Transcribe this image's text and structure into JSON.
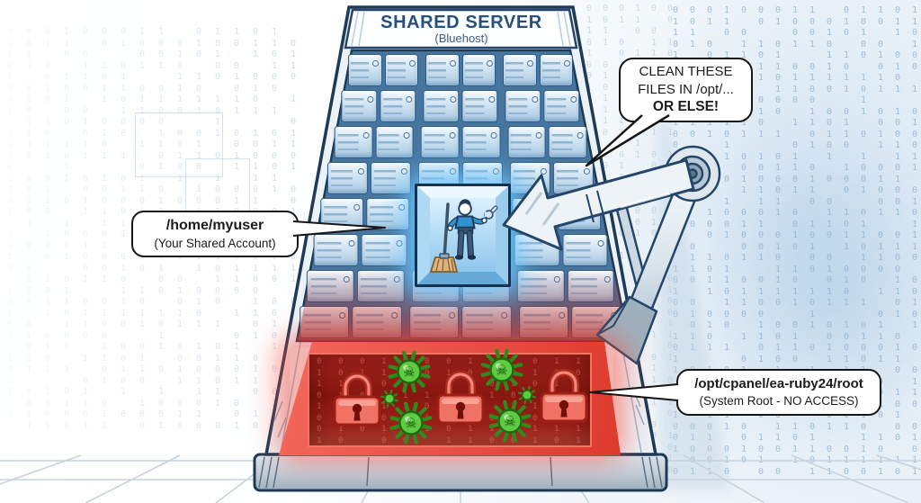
{
  "title": {
    "main": "SHARED SERVER",
    "sub": "(Bluehost)"
  },
  "speech_bubble": {
    "line1": "CLEAN THESE",
    "line2": "FILES IN /opt/...",
    "line3": "OR ELSE!"
  },
  "callout_home": {
    "path": "/home/myuser",
    "desc": "(Your Shared Account)"
  },
  "callout_root": {
    "path": "/opt/cpanel/ea-ruby24/root",
    "desc": "(System Root - NO ACCESS)"
  },
  "server": {
    "columns": 3,
    "rows": 8,
    "units_per_cell": 2
  },
  "red_zone": {
    "padlock_count": 3,
    "virus_large_count": 4,
    "virus_small_count": 2,
    "skull_glyph": "☠"
  },
  "colors": {
    "outline_navy": "#1f3a55",
    "rack_blue": "#47759d",
    "alert_red": "#e8463a",
    "virus_green": "#4cb93a",
    "glow_blue": "#7ec8f5",
    "text_blue": "#27507b"
  },
  "background": {
    "binary_seed": "01101001 01001101 0110 10100 1011 0 1001 0110100 1 010011 0101110 00101 0 0110 01011 0011 01001 0110 1 01101 0010 1011 0110 100 1011 0101 10"
  }
}
